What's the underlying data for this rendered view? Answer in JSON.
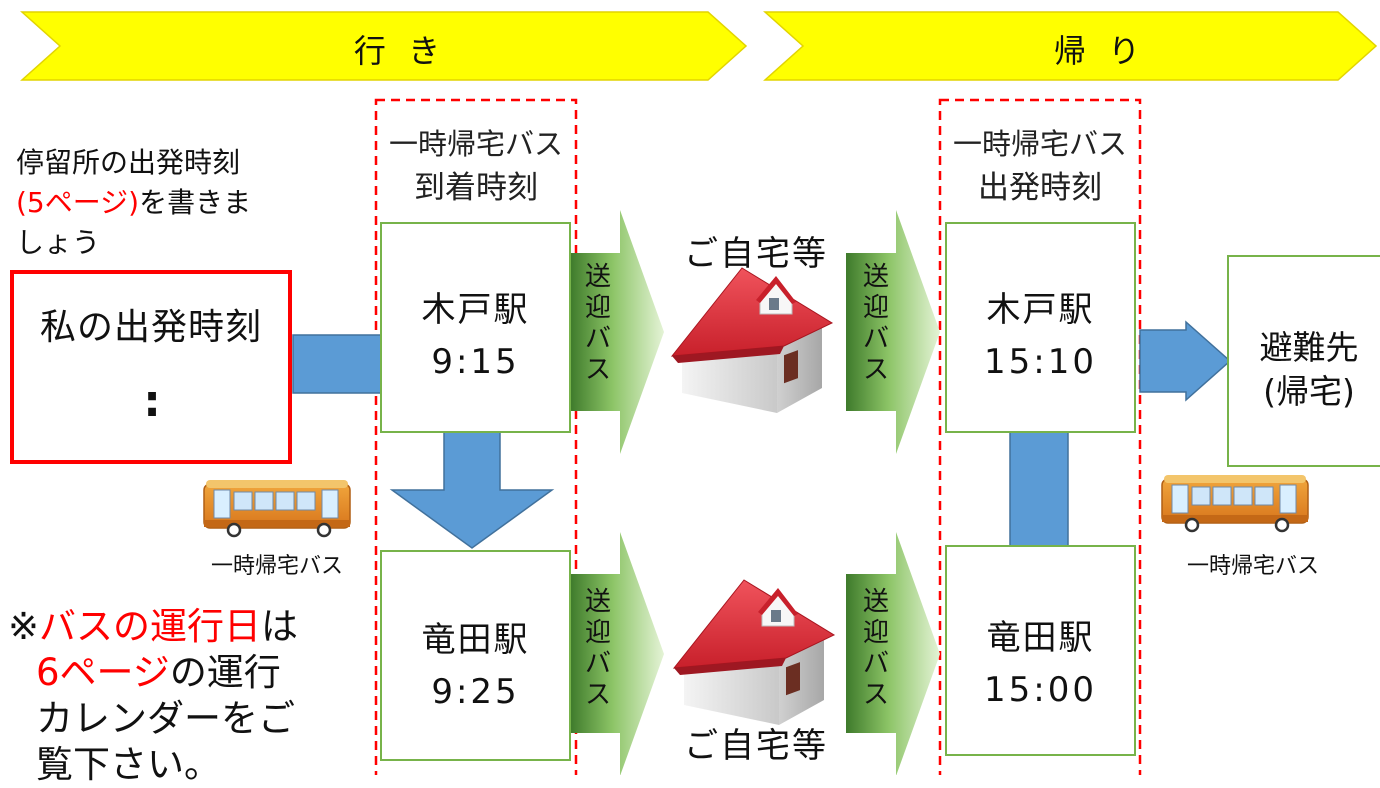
{
  "banners": {
    "outbound": "行 き",
    "return": "帰 り"
  },
  "note": {
    "line1": "停留所の出発時刻",
    "page_ref": "(5ページ)",
    "line2_rest": "を書きま",
    "line3": "しょう"
  },
  "my_departure": {
    "title": "私の出発時刻",
    "time_placeholder": ":"
  },
  "arrival_header": {
    "line1": "一時帰宅バス",
    "line2": "到着時刻"
  },
  "departure_header": {
    "line1": "一時帰宅バス",
    "line2": "出発時刻"
  },
  "outbound_stops": [
    {
      "station": "木戸駅",
      "time": "9:15"
    },
    {
      "station": "竜田駅",
      "time": "9:25"
    }
  ],
  "return_stops": [
    {
      "station": "木戸駅",
      "time": "15:10"
    },
    {
      "station": "竜田駅",
      "time": "15:00"
    }
  ],
  "shuttle_label": [
    "送",
    "迎",
    "バ",
    "ス"
  ],
  "home_label": "ご自宅等",
  "destination": {
    "line1": "避難先",
    "line2": "(帰宅)"
  },
  "bus_label": "一時帰宅バス",
  "footnote": {
    "mark": "※",
    "red1": "バスの運行日",
    "after1": "は",
    "red2": "6ページ",
    "after2": "の運行",
    "line3": "カレンダーをご",
    "line4": "覧下さい。"
  },
  "colors": {
    "banner": "#ffff00",
    "banner_edge": "#e2d400",
    "arrow": "#5b9bd5",
    "arrow_edge": "#41719c",
    "green_border": "#77b34a",
    "dashed_red": "#ff0000",
    "my_box_border": "#ff0000",
    "roof": "#e8313e"
  },
  "icons": [
    "bus-icon",
    "house-icon",
    "shuttle-arrow-icon"
  ]
}
